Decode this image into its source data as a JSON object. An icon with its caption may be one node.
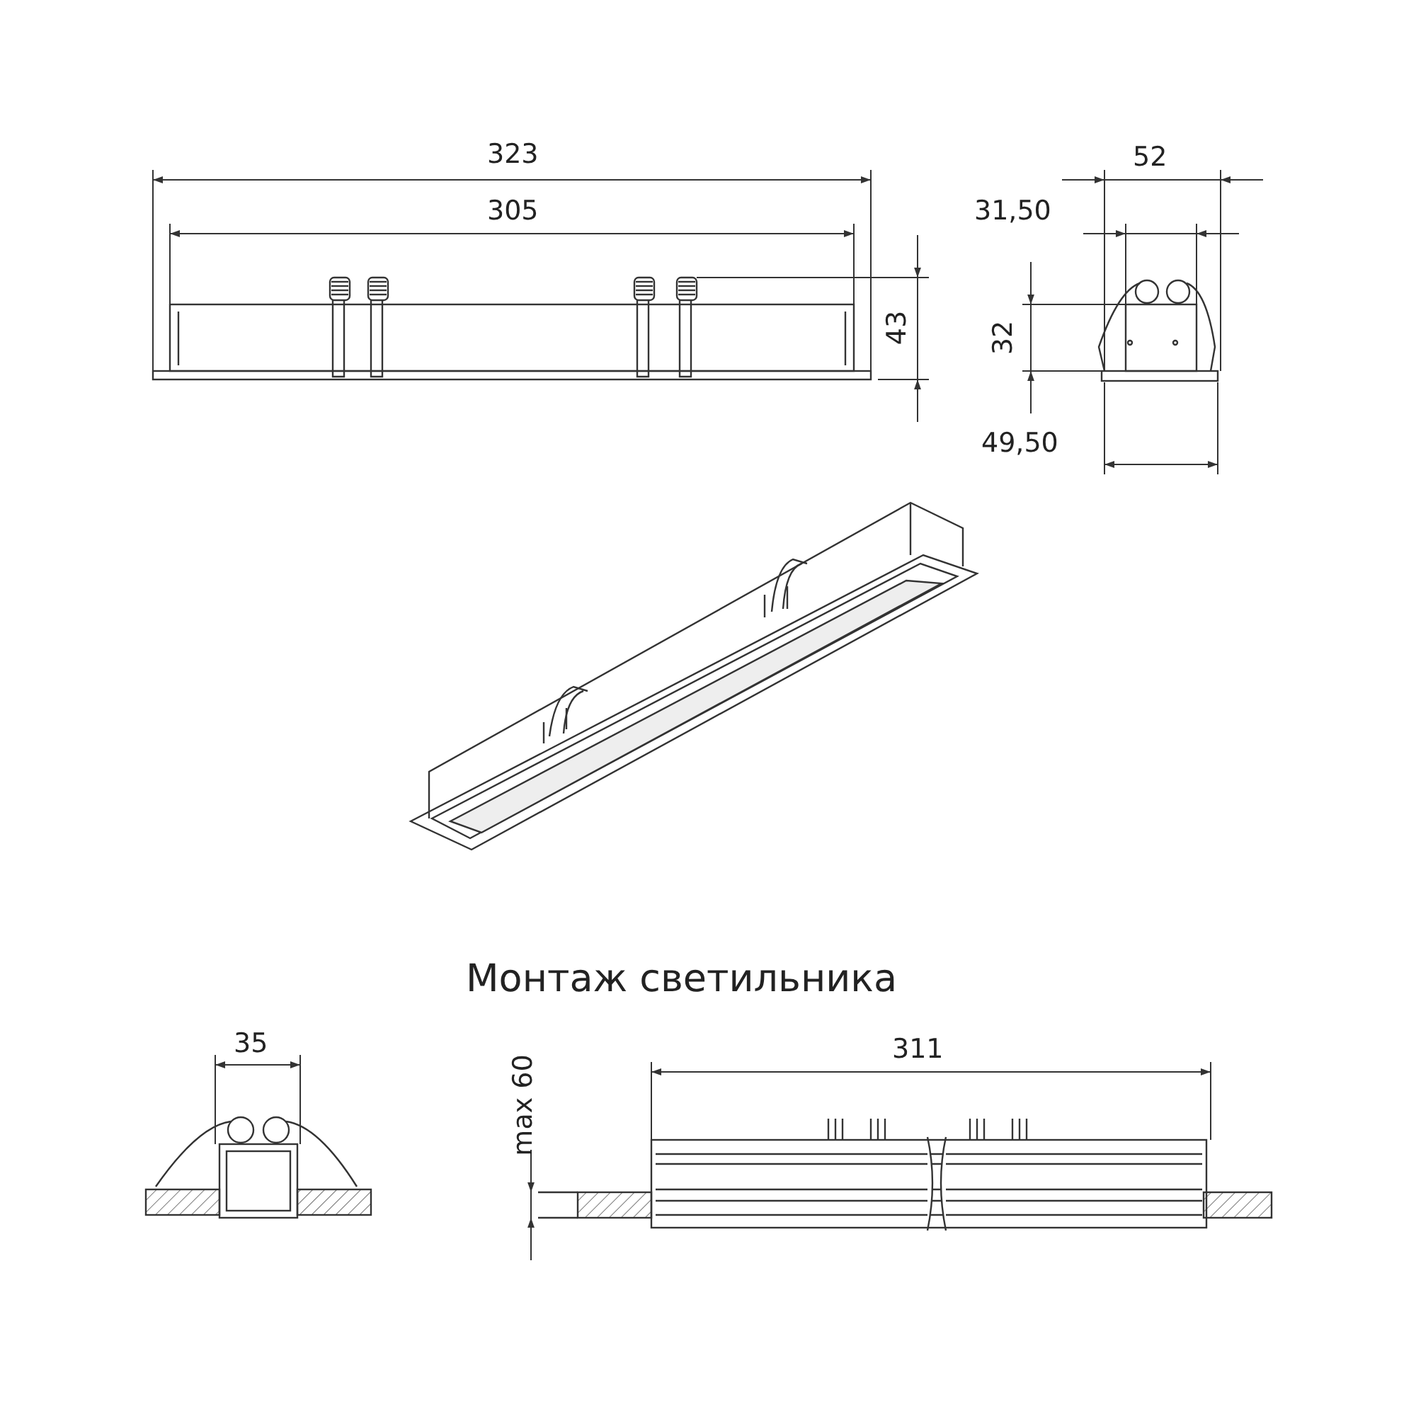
{
  "diagram": {
    "labels": [
      "323",
      "305",
      "43",
      "52",
      "31,50",
      "32",
      "49,50",
      "Монтаж светильника",
      "35",
      "max 60",
      "311"
    ]
  }
}
